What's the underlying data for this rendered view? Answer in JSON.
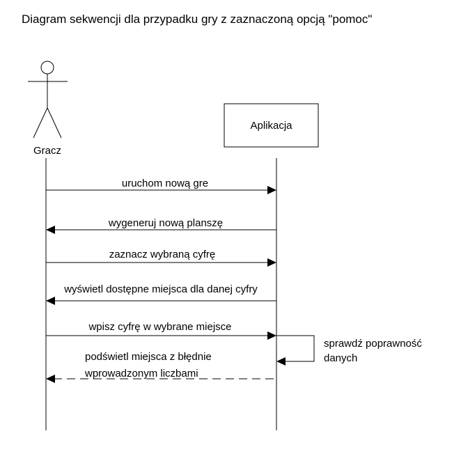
{
  "title": "Diagram sekwencji dla przypadku gry z zaznaczoną opcją \"pomoc\"",
  "participants": {
    "actor": "Gracz",
    "system": "Aplikacja"
  },
  "messages": [
    {
      "label": "uruchom nową gre",
      "direction": "to-system",
      "style": "solid"
    },
    {
      "label": "wygeneruj nową planszę",
      "direction": "to-actor",
      "style": "solid"
    },
    {
      "label": "zaznacz wybraną cyfrę",
      "direction": "to-system",
      "style": "solid"
    },
    {
      "label": "wyświetl dostępne miejsca dla danej cyfry",
      "direction": "to-actor",
      "style": "solid"
    },
    {
      "label": "wpisz cyfrę w wybrane miejsce",
      "direction": "to-system",
      "style": "solid"
    }
  ],
  "self_message": {
    "label_line1": "sprawdź poprawność",
    "label_line2": "danych"
  },
  "return_message": {
    "label_line1": "podświetl miejsca z błędnie",
    "label_line2": "wprowadzonym liczbami",
    "style": "dashed"
  }
}
